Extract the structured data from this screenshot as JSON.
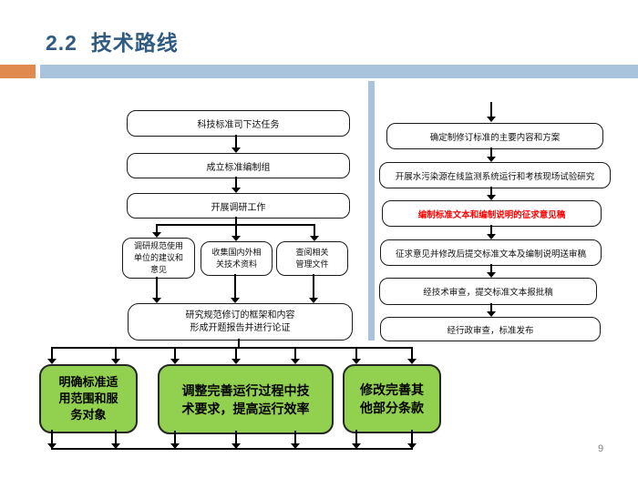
{
  "slide": {
    "title": "2.2  技术路线",
    "page_number": "9"
  },
  "colors": {
    "accent_orange": "#E08A50",
    "header_bar_blue": "#A9C3DC",
    "title_text_blue": "#2F5B83",
    "outcome_green": "#92D050",
    "highlight_red": "#FF0000"
  },
  "left_flow": {
    "step1": "科技标准司下达任务",
    "step2": "成立标准编制组",
    "step3": "开展调研工作",
    "branch1": {
      "lines": [
        "调研规范使用",
        "单位的建议和",
        "意见"
      ]
    },
    "branch2": {
      "lines": [
        "收集国内外相",
        "关技术资料"
      ]
    },
    "branch3": {
      "lines": [
        "查阅相关",
        "管理文件"
      ]
    },
    "merge": {
      "lines": [
        "研究规范修订的框架和内容",
        "形成开题报告并进行论证"
      ]
    }
  },
  "right_flow": {
    "step1": "确定制修订标准的主要内容和方案",
    "step2": "开展水污染源在线监测系统运行和考核现场试验研究",
    "step3": "编制标准文本和编制说明的征求意见稿",
    "step4": "征求意见并修改后提交标准文本及编制说明送审稿",
    "step5": "经技术审查，提交标准文本报批稿",
    "step6": "经行政审查，标准发布"
  },
  "outcomes": {
    "box1": {
      "lines": [
        "明确标准适",
        "用范围和服",
        "务对象"
      ]
    },
    "box2": {
      "lines": [
        "调整完善运行过程中技",
        "术要求，提高运行效率"
      ]
    },
    "box3": {
      "lines": [
        "修改完善其",
        "他部分条款"
      ]
    }
  }
}
